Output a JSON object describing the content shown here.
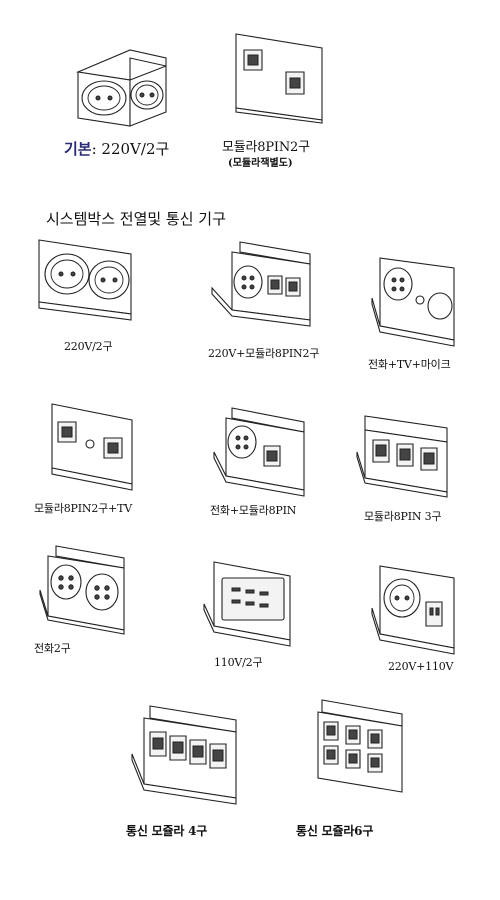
{
  "top": {
    "kibon_label": "기본",
    "kibon_value": ": 220V/2구",
    "modular_label": "모듈라8PIN2구",
    "modular_sub": "(모듈라잭별도)"
  },
  "section_title": "시스템박스 전열및 통신 기구",
  "items": [
    {
      "label": "220V/2구"
    },
    {
      "label": "220V+모듈라8PIN2구"
    },
    {
      "label": "전화+TV+마이크"
    },
    {
      "label": "모듈라8PIN2구+TV"
    },
    {
      "label": "전화+모듈라8PIN"
    },
    {
      "label": "모듈라8PIN 3구"
    },
    {
      "label": "전화2구"
    },
    {
      "label": "110V/2구"
    },
    {
      "label": "220V+110V"
    },
    {
      "label": "통신 모쥴라 4구"
    },
    {
      "label": "통신  모쥴라6구"
    }
  ]
}
